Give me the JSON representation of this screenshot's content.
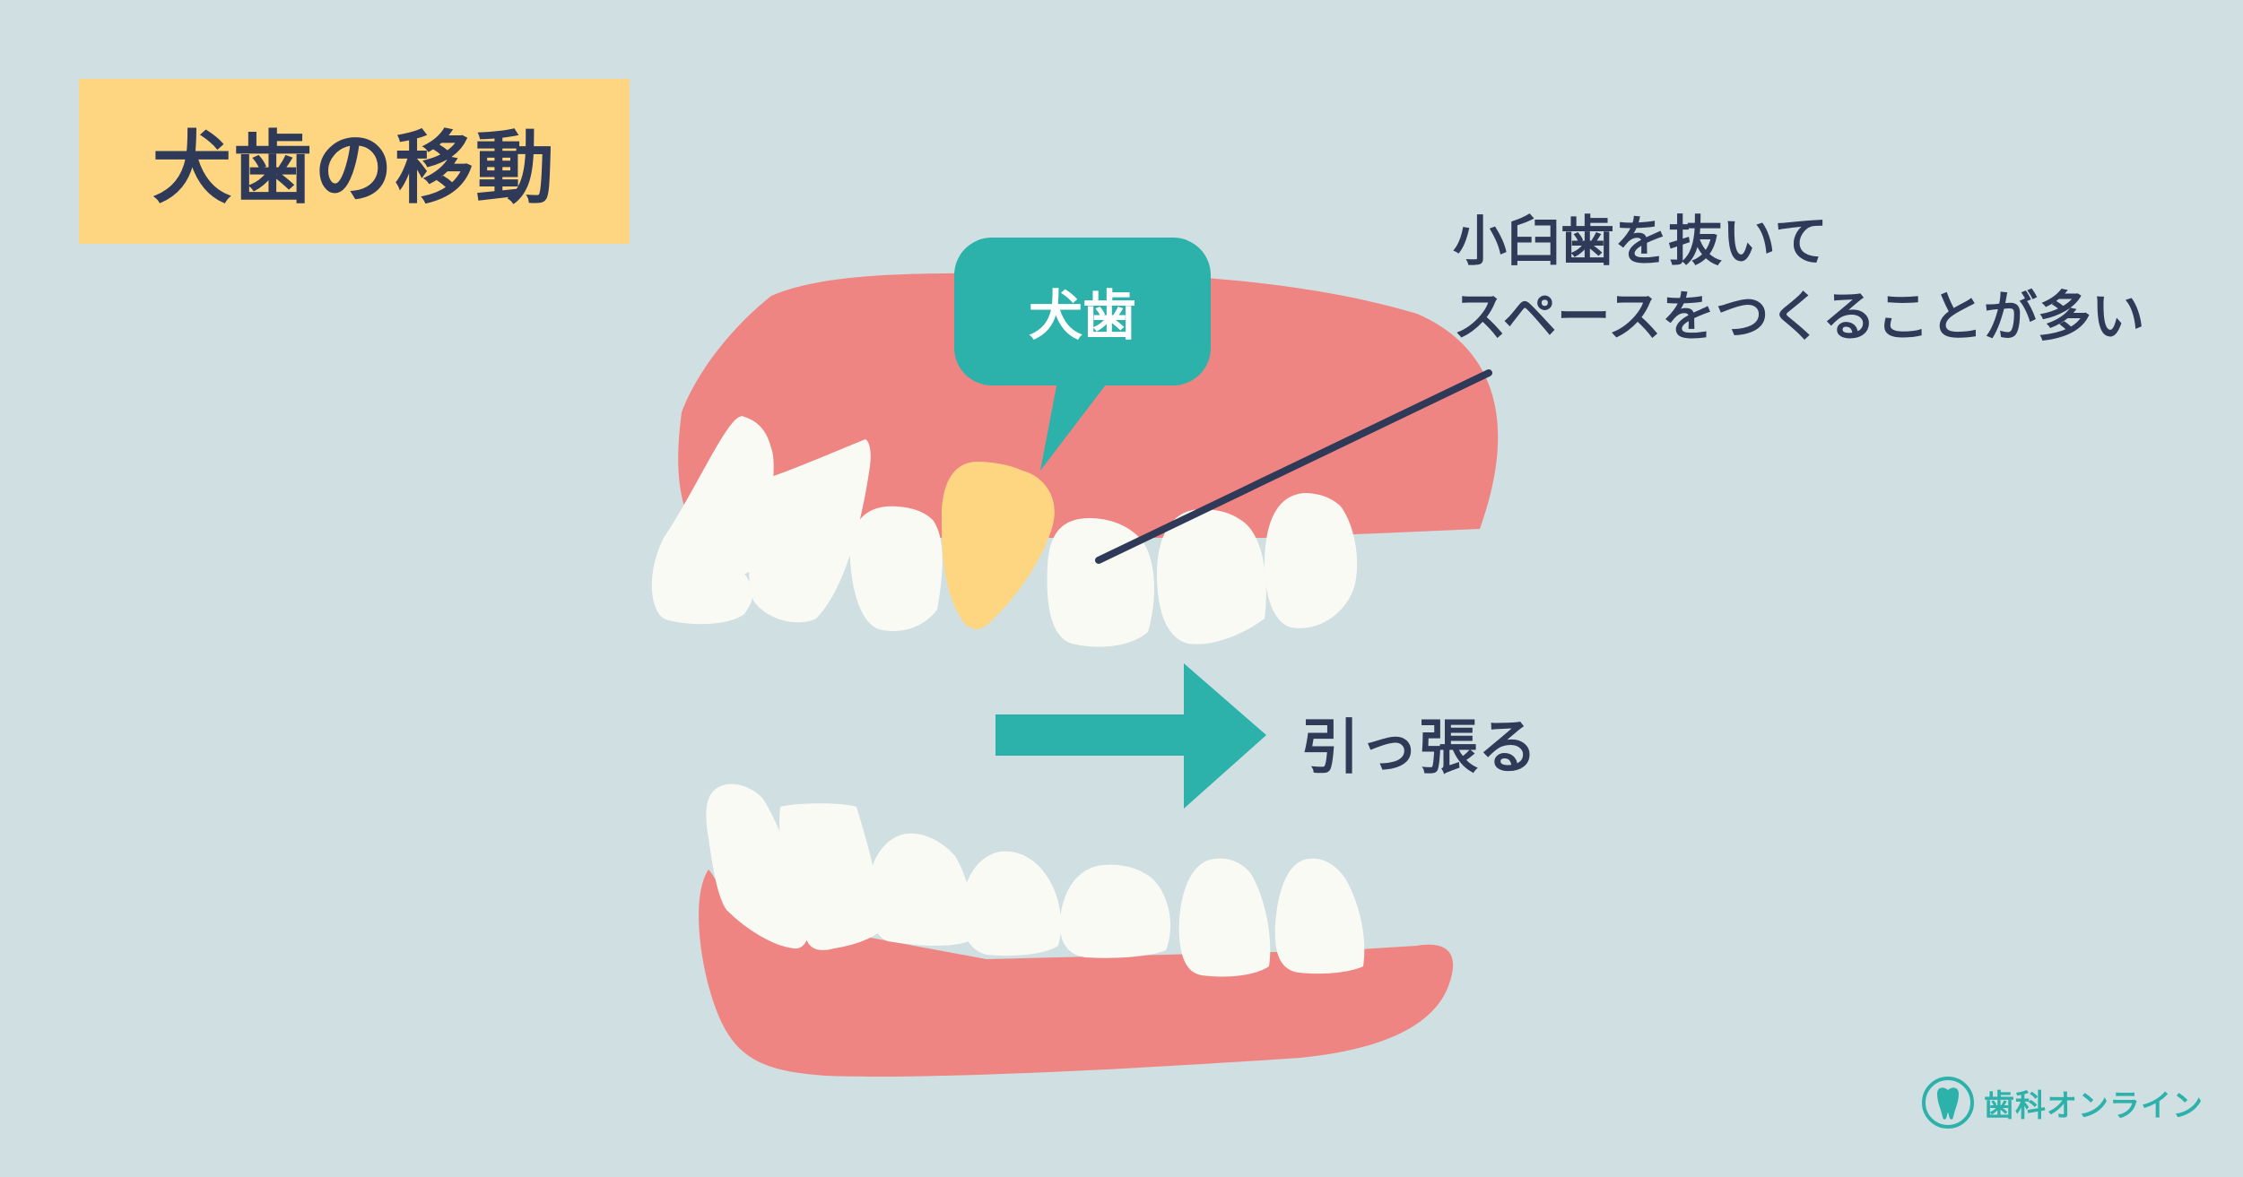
{
  "title": "犬歯の移動",
  "bubble_label": "犬歯",
  "note": {
    "line1": "小臼歯を抜いて",
    "line2": "スペースをつくることが多い"
  },
  "arrow_label": "引っ張る",
  "logo": {
    "text": "歯科オンライン"
  },
  "colors": {
    "background": "#d0dfe2",
    "title_box": "#fed682",
    "gum": "#ef8582",
    "tooth": "#fafaf5",
    "canine": "#fed682",
    "accent_teal": "#2db1ab",
    "text_navy": "#2e3a57"
  }
}
